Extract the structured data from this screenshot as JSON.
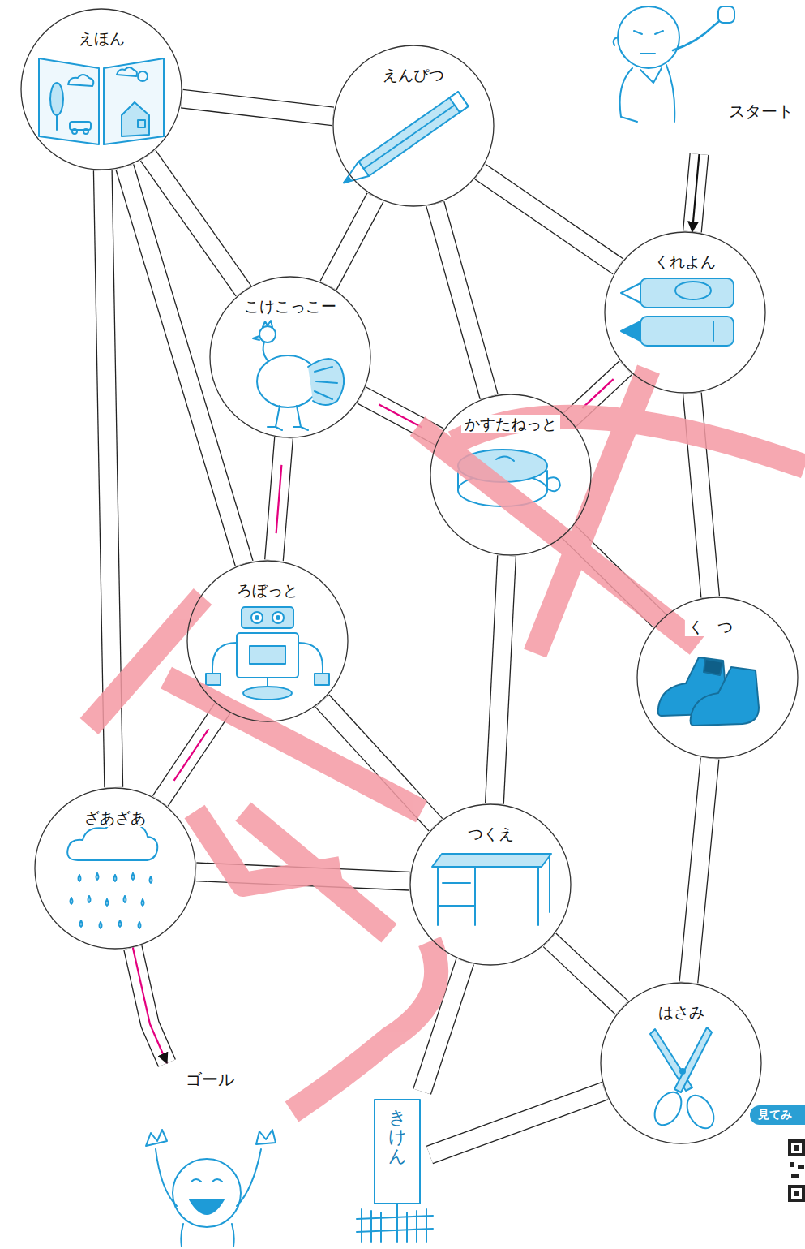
{
  "diagram": {
    "nodes": [
      {
        "text": [
          "スタート"
        ]
      },
      {
        "text": [
          "えほん"
        ]
      },
      {
        "text": [
          "えんぴつ"
        ]
      },
      {
        "text": [
          "くれよん"
        ]
      },
      {
        "text": [
          "こけこっこー"
        ]
      },
      {
        "text": [
          "かすたねっと"
        ]
      },
      {
        "text": [
          "ろぼっと"
        ]
      },
      {
        "text": [
          "くつ"
        ]
      },
      {
        "text": [
          "ざあざあ"
        ]
      },
      {
        "text": [
          "つくえ"
        ]
      },
      {
        "text": [
          "はさみ"
        ]
      },
      {
        "text": [
          "きけん"
        ]
      },
      {
        "text": [
          "ゴール"
        ]
      }
    ],
    "edges": [
      {
        "from": 0,
        "to": 3,
        "arrow": "to"
      },
      {
        "from": 3,
        "to": 5,
        "arrow": "none"
      },
      {
        "from": 5,
        "to": 4,
        "arrow": "none"
      },
      {
        "from": 4,
        "to": 6,
        "arrow": "none"
      },
      {
        "from": 6,
        "to": 8,
        "arrow": "none"
      },
      {
        "from": 8,
        "to": 12,
        "arrow": "to"
      },
      {
        "from": 1,
        "to": 2,
        "arrow": "none"
      },
      {
        "from": 1,
        "to": 4,
        "arrow": "none"
      },
      {
        "from": 1,
        "to": 6,
        "arrow": "none"
      },
      {
        "from": 1,
        "to": 8,
        "arrow": "none"
      },
      {
        "from": 2,
        "to": 4,
        "arrow": "none"
      },
      {
        "from": 2,
        "to": 5,
        "arrow": "none"
      },
      {
        "from": 2,
        "to": 3,
        "arrow": "none"
      },
      {
        "from": 3,
        "to": 7,
        "arrow": "none"
      },
      {
        "from": 5,
        "to": 7,
        "arrow": "none"
      },
      {
        "from": 5,
        "to": 9,
        "arrow": "none"
      },
      {
        "from": 6,
        "to": 9,
        "arrow": "none"
      },
      {
        "from": 8,
        "to": 9,
        "arrow": "none"
      },
      {
        "from": 9,
        "to": 11,
        "arrow": "none"
      },
      {
        "from": 9,
        "to": 10,
        "arrow": "none"
      },
      {
        "from": 7,
        "to": 10,
        "arrow": "none"
      },
      {
        "from": 10,
        "to": 11,
        "arrow": "none"
      }
    ],
    "labels": [
      "見てみ"
    ]
  }
}
